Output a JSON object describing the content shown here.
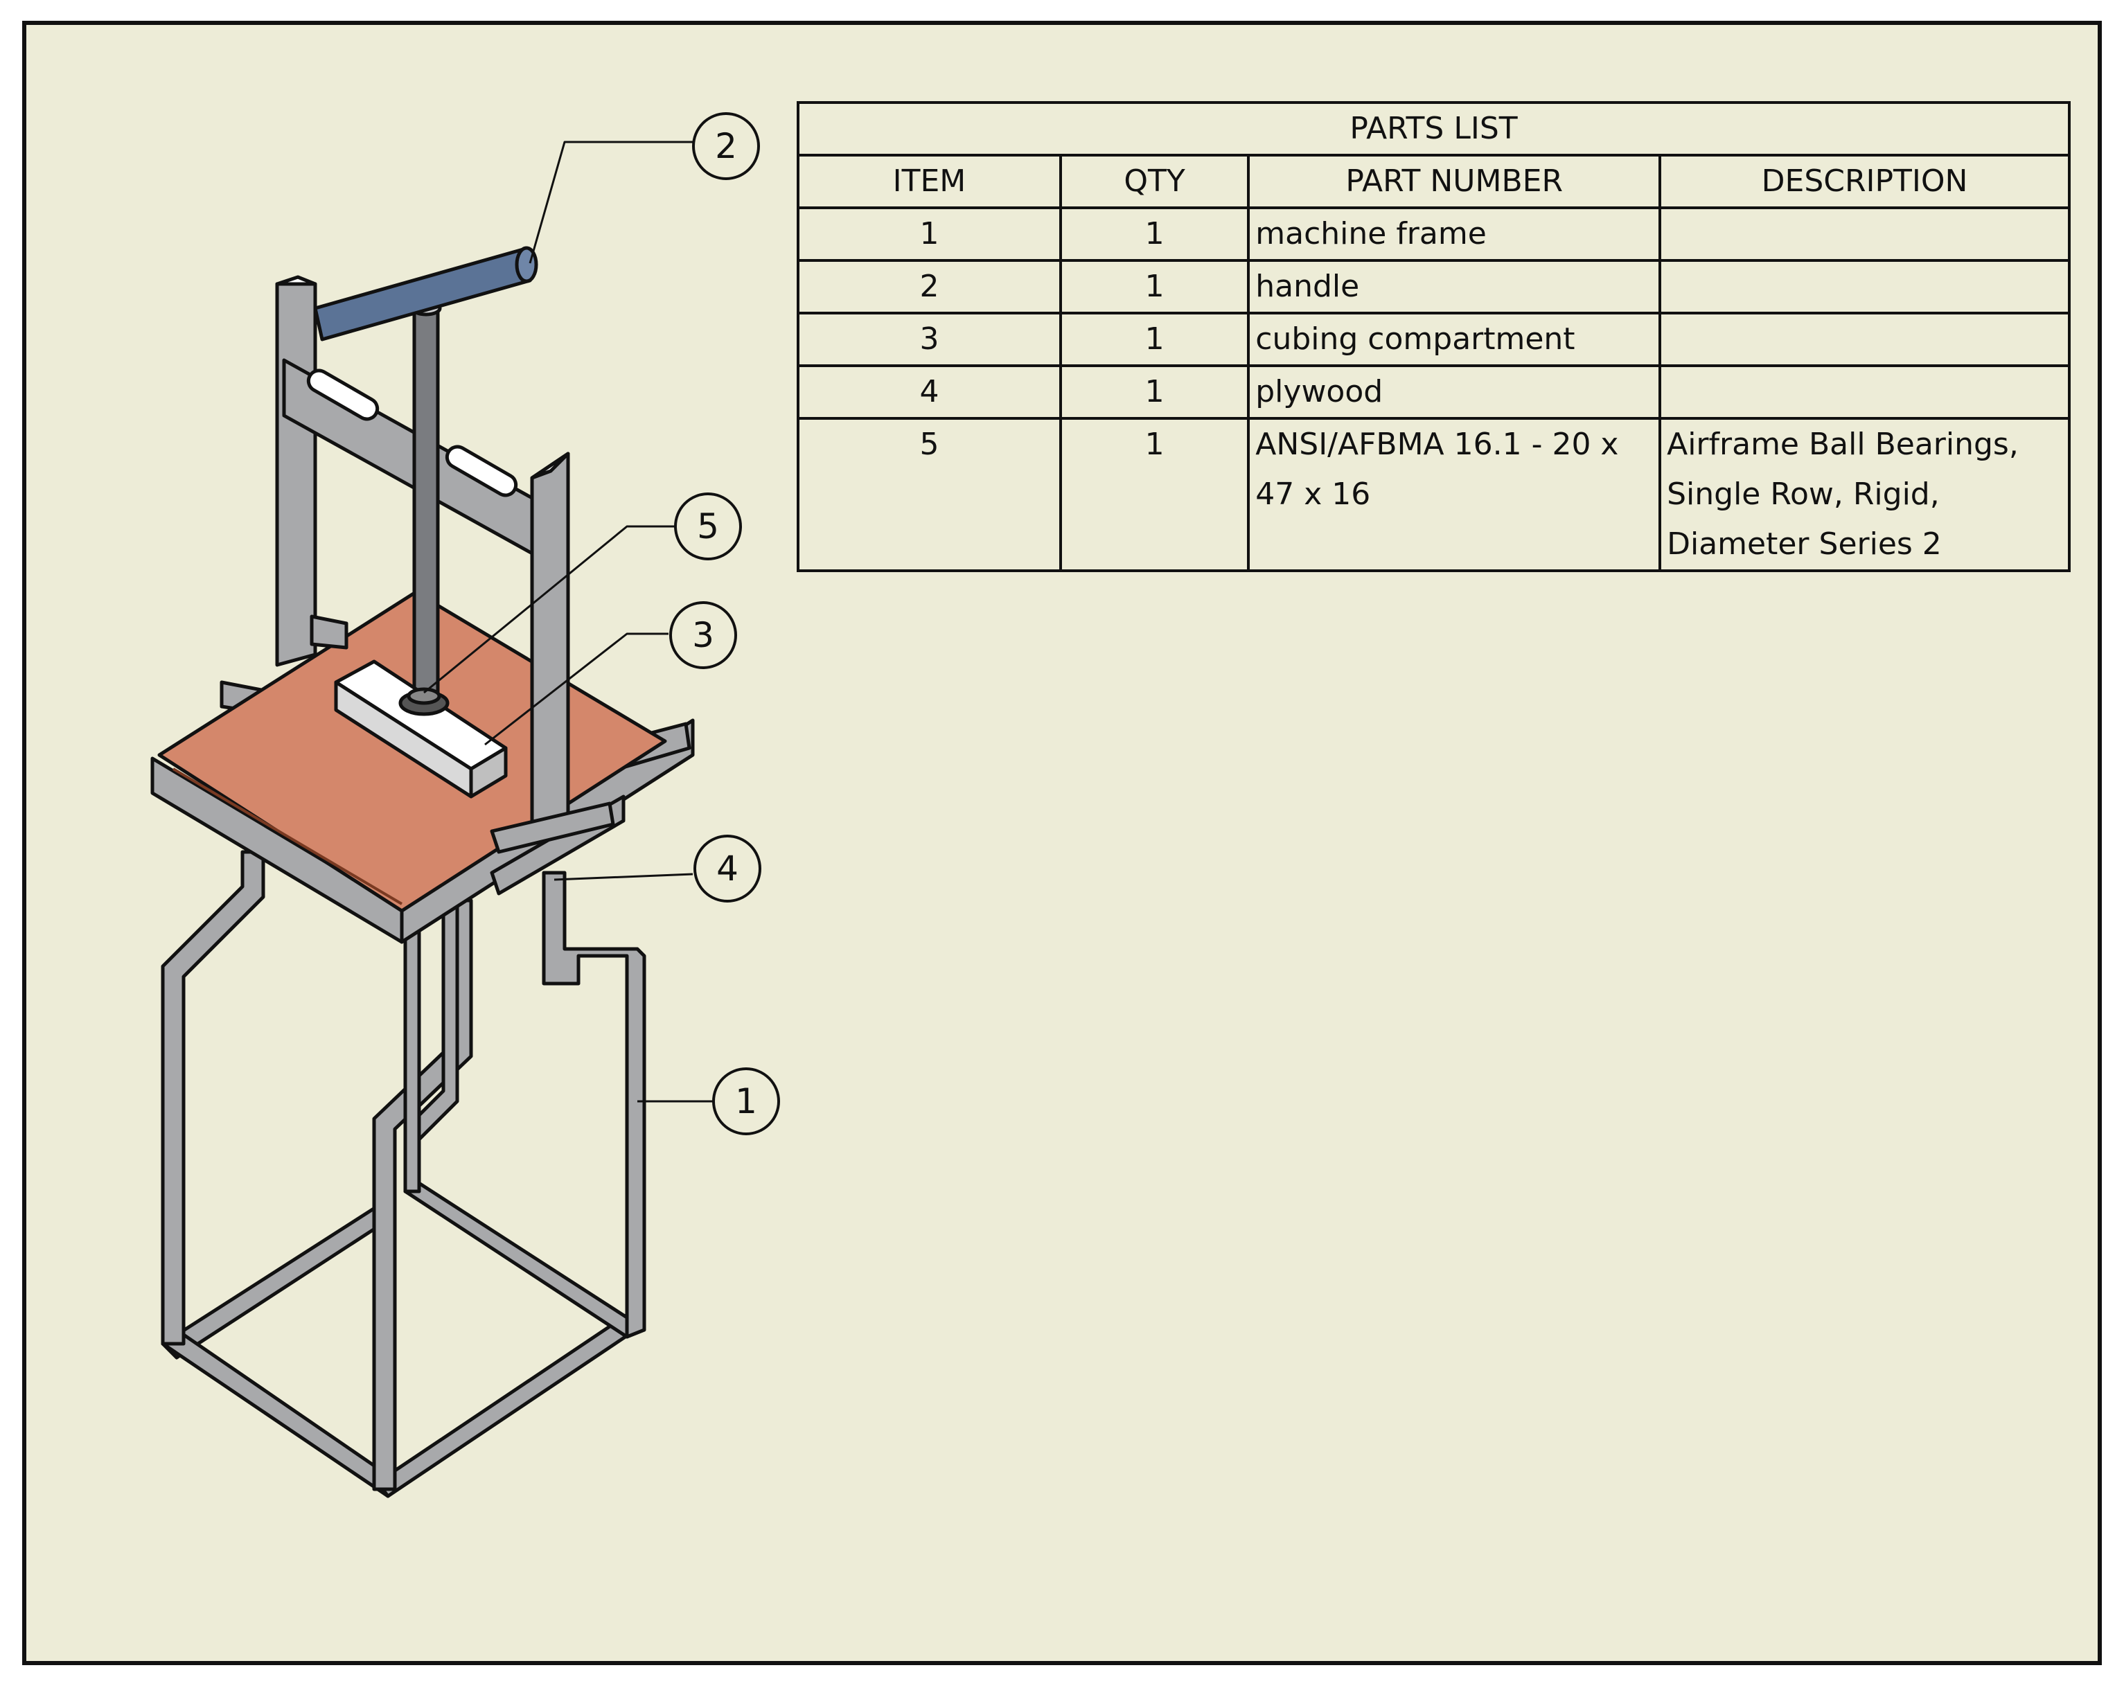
{
  "balloons": {
    "b1": "1",
    "b2": "2",
    "b3": "3",
    "b4": "4",
    "b5": "5"
  },
  "parts_list": {
    "title": "PARTS LIST",
    "headers": {
      "item": "ITEM",
      "qty": "QTY",
      "part_number": "PART NUMBER",
      "description": "DESCRIPTION"
    },
    "rows": [
      {
        "item": "1",
        "qty": "1",
        "part_number": "machine frame",
        "description": ""
      },
      {
        "item": "2",
        "qty": "1",
        "part_number": "handle",
        "description": ""
      },
      {
        "item": "3",
        "qty": "1",
        "part_number": "cubing compartment",
        "description": ""
      },
      {
        "item": "4",
        "qty": "1",
        "part_number": "plywood",
        "description": ""
      },
      {
        "item": "5",
        "qty": "1",
        "part_number": "ANSI/AFBMA 16.1 - 20 x 47 x 16",
        "description": "Airframe Ball Bearings, Single Row, Rigid, Diameter Series 2"
      }
    ]
  },
  "colors": {
    "background": "#edecd7",
    "frame": "#a8a9ab",
    "plywood": "#d4876b",
    "handle": "#5b7396",
    "outline": "#111111"
  }
}
